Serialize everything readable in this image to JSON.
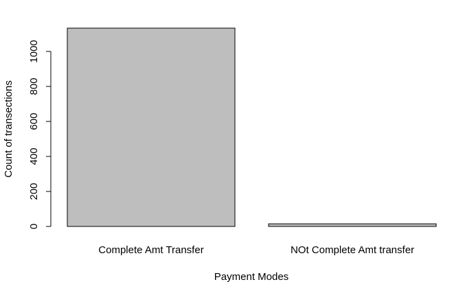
{
  "chart_data": {
    "type": "bar",
    "categories": [
      "Complete Amt Transfer",
      "NOt Complete Amt transfer"
    ],
    "values": [
      1133,
      15
    ],
    "xlabel": "Payment Modes",
    "ylabel": "Count of transections",
    "yticks": [
      0,
      200,
      400,
      600,
      800,
      1000
    ],
    "ylim": [
      0,
      1133
    ],
    "grid": false,
    "colors": {
      "bar_fill": "#bebebe",
      "bar_stroke": "#000000"
    }
  }
}
